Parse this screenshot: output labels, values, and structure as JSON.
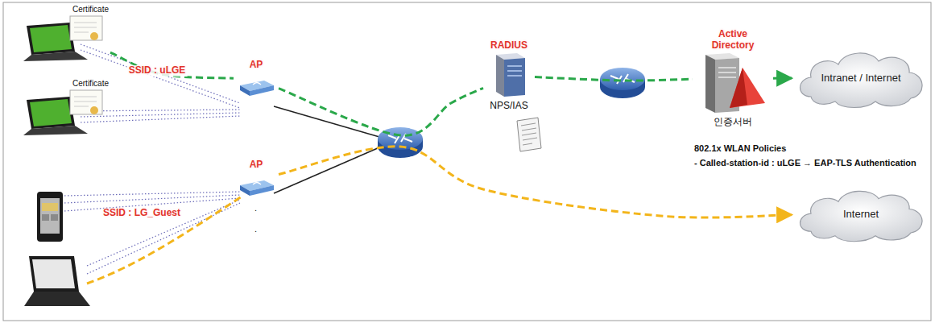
{
  "diagram": {
    "nodes": [
      {
        "text": [
          "Certificate"
        ]
      },
      {
        "text": [
          "Certificate"
        ]
      },
      {
        "text": [
          "AP"
        ]
      },
      {
        "text": [
          "AP"
        ]
      },
      {
        "text": [
          "RADIUS",
          "NPS/IAS"
        ]
      },
      {
        "text": [
          "Active Directory",
          "인증서버"
        ]
      },
      {
        "text": [
          "Intranet / Internet"
        ]
      },
      {
        "text": [
          "Internet"
        ]
      }
    ],
    "edges": [
      {
        "from": 0,
        "to": 2,
        "arrow": "none",
        "label": "SSID : uLGE"
      },
      {
        "from": 2,
        "to": 4,
        "arrow": "none"
      },
      {
        "from": 4,
        "to": 5,
        "arrow": "none"
      },
      {
        "from": 5,
        "to": 6,
        "arrow": "to"
      },
      {
        "from": 3,
        "to": 7,
        "arrow": "to"
      }
    ],
    "labels": [
      "SSID : LG_Guest",
      ".",
      ".",
      "802.1x WLAN Policies",
      "- Called-station-id  :  uLGE → EAP-TLS Authentication"
    ]
  }
}
